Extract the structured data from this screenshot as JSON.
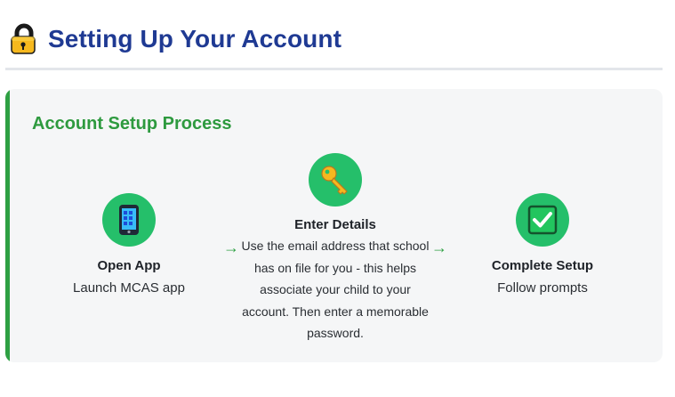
{
  "header": {
    "title": "Setting Up Your Account",
    "icon": "lock-icon"
  },
  "card": {
    "title": "Account Setup Process",
    "accent_color": "#2ea043",
    "steps": [
      {
        "icon": "mobile-phone-icon",
        "title": "Open App",
        "description": "Launch MCAS app"
      },
      {
        "icon": "key-icon",
        "title": "Enter Details",
        "description": "Use the email address that school has on file for you - this helps associate your child to your account. Then enter a memorable password."
      },
      {
        "icon": "check-box-icon",
        "title": "Complete Setup",
        "description": "Follow prompts"
      }
    ],
    "arrow_glyph": "→"
  },
  "colors": {
    "title_blue": "#1f3a93",
    "green_heading": "#2e9a3f",
    "circle_green": "#25bf6a"
  }
}
